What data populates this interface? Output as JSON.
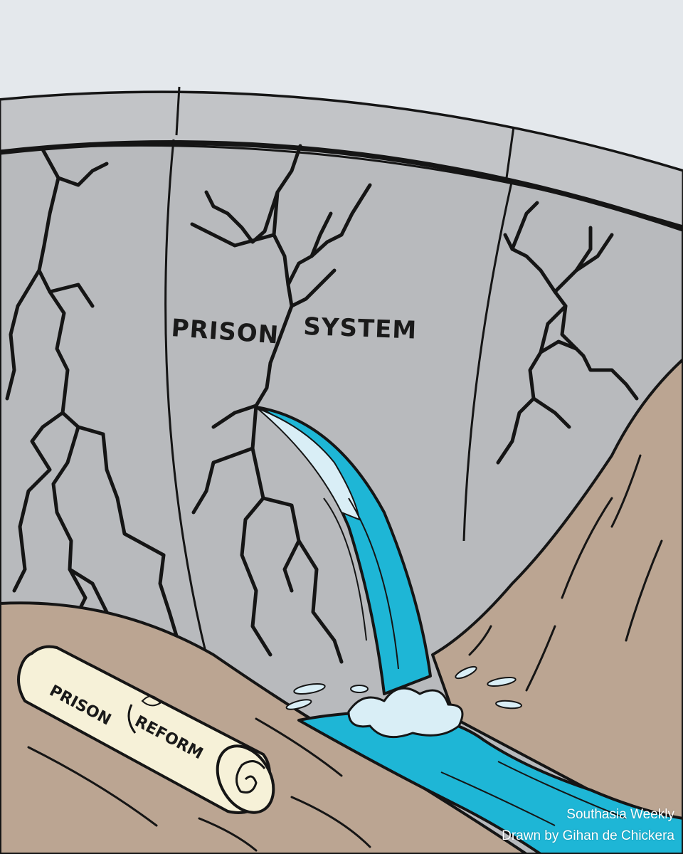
{
  "illustration": {
    "dam_label_part1": "PRISON",
    "dam_label_part2": "SYSTEM",
    "scroll_label_part1": "PRISON",
    "scroll_label_part2": "REFORM",
    "credit_publisher": "Southasia Weekly",
    "credit_artist": "Drawn by Gihan de Chickera"
  },
  "colors": {
    "sky": "#e4e8ec",
    "dam_concrete": "#b8babd",
    "dam_top": "#c2c4c7",
    "crack_line": "#151515",
    "earth": "#bba592",
    "water": "#1eb6d6",
    "water_foam": "#d9eef6",
    "scroll_paper": "#f6f1d8"
  }
}
